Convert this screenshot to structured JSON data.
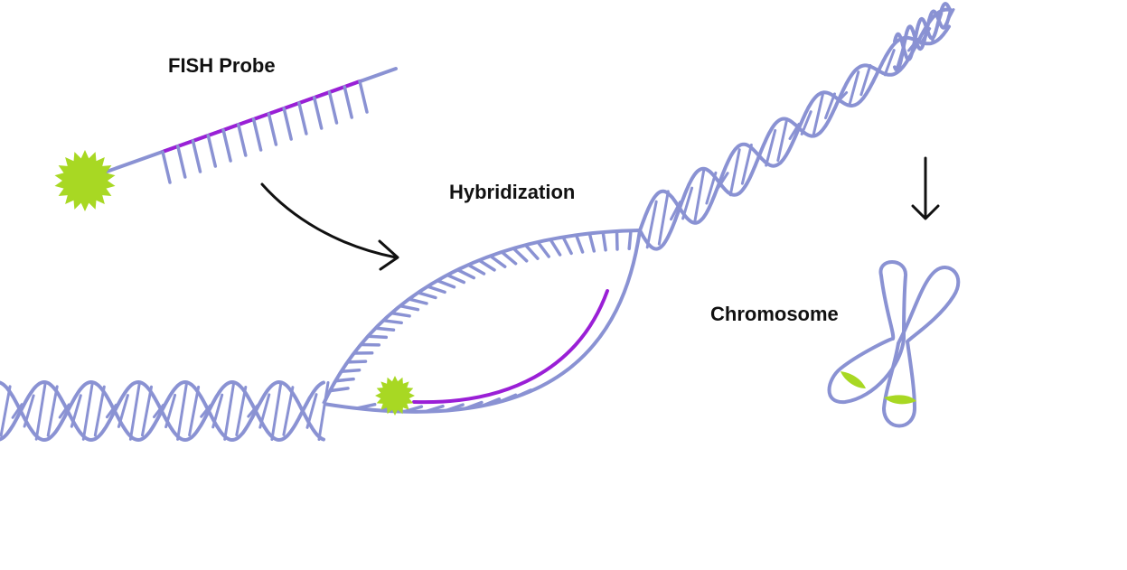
{
  "labels": {
    "probe": "FISH Probe",
    "hybridization": "Hybridization",
    "chromosome": "Chromosome"
  },
  "colors": {
    "dna": "#8a92d3",
    "probe_strand": "#9a1fd6",
    "fluorophore": "#a8d823",
    "arrow": "#111111",
    "background": "#ffffff"
  }
}
